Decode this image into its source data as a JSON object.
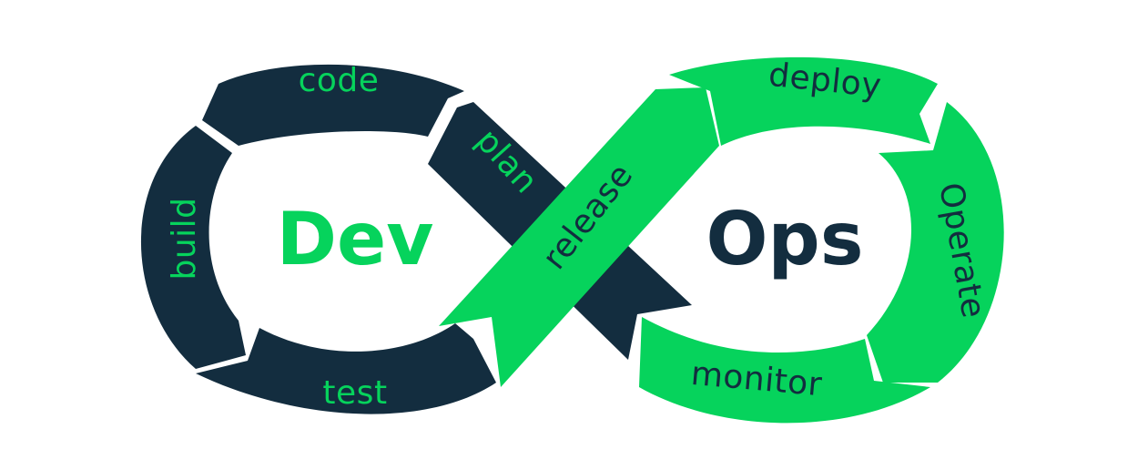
{
  "diagram": {
    "center_left": "Dev",
    "center_right": "Ops",
    "stages": {
      "code": "code",
      "plan": "plan",
      "build": "build",
      "test": "test",
      "release": "release",
      "deploy": "deploy",
      "operate": "Operate",
      "monitor": "monitor"
    },
    "colors": {
      "dark": "#132d3f",
      "green": "#06d35c",
      "background": "#ffffff"
    }
  }
}
